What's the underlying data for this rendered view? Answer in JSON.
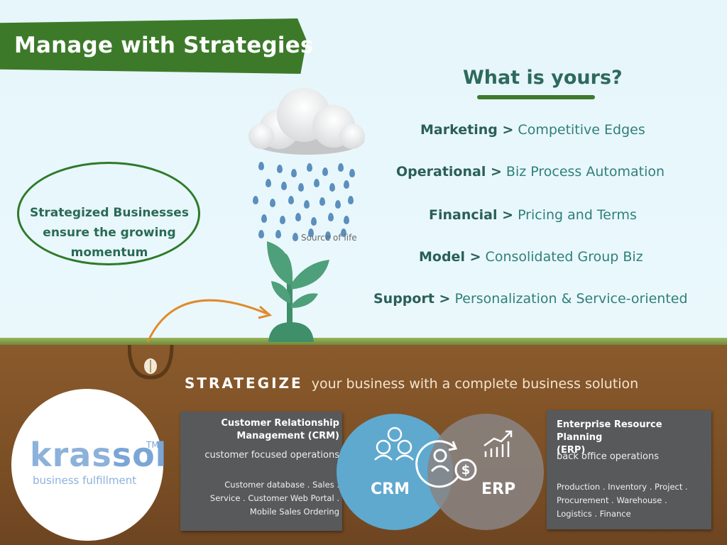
{
  "banner": {
    "title": "Manage with Strategies"
  },
  "yours": {
    "title": "What is yours?",
    "items": [
      {
        "head": "Marketing >",
        "value": "Competitive Edges"
      },
      {
        "head": "Operational >",
        "value": "Biz Process Automation"
      },
      {
        "head": "Financial >",
        "value": "Pricing and Terms"
      },
      {
        "head": "Model >",
        "value": "Consolidated Group Biz"
      },
      {
        "head": "Support >",
        "value": "Personalization & Service-oriented"
      }
    ]
  },
  "ellipse": {
    "lines": [
      "Strategized Businesses",
      "ensure the growing",
      "momentum"
    ]
  },
  "rain": {
    "caption": "Source of life"
  },
  "strategize": {
    "word": "STRATEGIZE",
    "rest": "your business with a complete business solution"
  },
  "logo": {
    "name_part1": "kras",
    "name_part2": "sol",
    "tm": "TM",
    "tagline": "business fulfillment"
  },
  "crm_box": {
    "title_line1": "Customer Relationship",
    "title_line2": "Management (CRM)",
    "subtitle": "customer focused operations",
    "body_line1": "Customer database . Sales .",
    "body_line2": "Service . Customer Web Portal .",
    "body_line3": "Mobile Sales Ordering"
  },
  "erp_box": {
    "title_line1": "Enterprise Resource Planning",
    "title_line2": "(ERP)",
    "subtitle": "back office operations",
    "body_line1": "Production . Inventory . Project  .",
    "body_line2": "Procurement . Warehouse .",
    "body_line3": "Logistics . Finance"
  },
  "venn": {
    "left_label": "CRM",
    "right_label": "ERP"
  },
  "colors": {
    "banner_green": "#3c7a2a",
    "crm_blue": "#5fa9cf",
    "erp_grey": "#8a8584",
    "text_teal": "#2f7f7a"
  },
  "icons": [
    "cloud-icon",
    "raindrop-icon",
    "plant-icon",
    "seed-icon",
    "people-icon",
    "dollar-cycle-icon",
    "growth-chart-icon"
  ]
}
